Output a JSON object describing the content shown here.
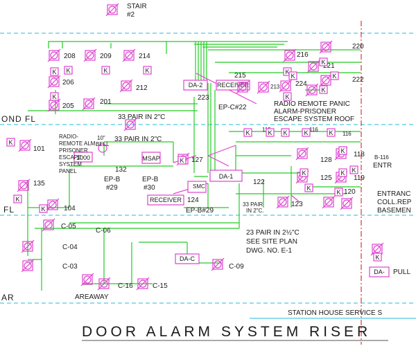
{
  "title": "DOOR ALARM SYSTEM RISER",
  "station_service": "STATION HOUSE SERVICE S",
  "floors": {
    "upper": "OND FL",
    "first": "FL",
    "cellar": "AR"
  },
  "boxes": {
    "da2": "DA-2",
    "receiver_top": "RECEIVER",
    "da1": "DA-1",
    "receiver_mid": "RECEIVER",
    "msap": "MSAP",
    "panel": "1000",
    "dac": "DA-C",
    "legend_da": "DA-"
  },
  "notes": {
    "stair": "STAIR",
    "stair_no": "#2",
    "pair33_top": "33 PAIR IN 2\"C",
    "pair33_mid": "33 PAIR IN 2\"C",
    "pair33_low_1": "33 PAIR",
    "pair33_low_2": "IN 2\"C.",
    "pair23_1": "23 PAIR IN 2½\"C",
    "pair23_2": "SEE SITE PLAN",
    "pair23_3": "DWG. NO. E-1",
    "radio_top_1": "RADIO REMOTE PANIC",
    "radio_top_2": "ALARM-PRISONER",
    "radio_top_3": "ESCAPE SYSTEM ROOF",
    "radio_left_1": "RADIO-",
    "radio_left_2": "REMOTE ALM.",
    "radio_left_3": "PRISONER",
    "radio_left_4": "ESCAPE",
    "radio_left_5": "SYSTEM",
    "radio_left_6": "PANEL",
    "bell_1": "10\"",
    "bell_2": "BELL",
    "epc": "EP-C#22",
    "epb29": "EP-B",
    "epb29b": "#29",
    "epb30": "EP-B",
    "epb30b": "#30",
    "epb29c": "EP-B#29",
    "smc": "SMC",
    "entr": "ENTR",
    "b116": "B-116",
    "entrance_1": "ENTRANC",
    "entrance_2": "COLL.REP",
    "entrance_3": "BASEMEN",
    "areaway": "AREAWAY",
    "pull": "PULL"
  },
  "room_labels": {
    "r208": "208",
    "r209": "209",
    "r214": "214",
    "r206": "206",
    "r212": "212",
    "r205": "205",
    "r201": "201",
    "r215": "215",
    "r223": "223",
    "r216": "216",
    "r220": "220",
    "r221": "221",
    "r213": "213",
    "r224": "224",
    "r222": "222",
    "r101": "101",
    "r115": "115",
    "r116a": "116",
    "r116b": "116",
    "r118": "118",
    "r132": "132",
    "r127": "127",
    "r128": "128",
    "r122": "122",
    "r125": "125",
    "r119": "119",
    "r120": "120",
    "r135": "135",
    "r104": "104",
    "r124": "124",
    "r123": "123",
    "c05": "C-05",
    "c06": "C-06",
    "c04": "C-04",
    "c03": "C-03",
    "c16": "C-16",
    "c15": "C-15",
    "c09": "C-09"
  },
  "device_letter": "K"
}
